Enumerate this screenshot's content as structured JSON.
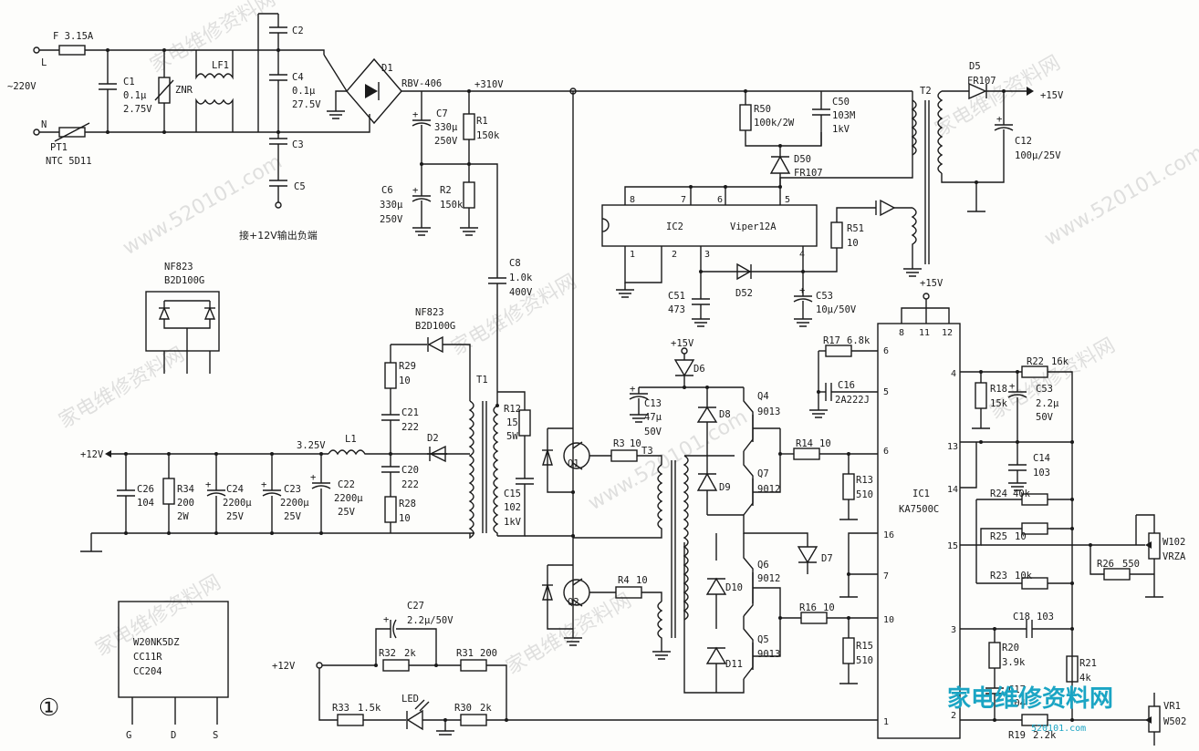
{
  "figure_number": "①",
  "watermark": {
    "text": "家电维修资料网",
    "url": "www.520101.com"
  },
  "logo": {
    "text": "家电维修资料网",
    "url": "520101.com"
  },
  "components": {
    "L": "L",
    "N": "N",
    "AC": "~220V",
    "F": "F 3.15A",
    "C1": "C1",
    "C1_v": "0.1μ",
    "C1_r": "2.75V",
    "ZNR": "ZNR",
    "PT1": "PT1",
    "NTC": "NTC 5D11",
    "LF1": "LF1",
    "C2": "C2",
    "C3": "C3",
    "C4": "C4",
    "C4_v": "0.1μ",
    "C4_r": "27.5V",
    "C5": "C5",
    "note_12v": "接+12V输出负端",
    "D1": "D1",
    "D1_part": "RBV-406",
    "V310": "+310V",
    "C7": "C7",
    "C7_v": "330μ",
    "C7_r": "250V",
    "C6": "C6",
    "C6_v": "330μ",
    "C6_r": "250V",
    "R1": "R1",
    "R1_v": "150k",
    "R2": "R2",
    "R2_v": "150k",
    "C8": "C8",
    "C8_v": "1.0k",
    "C8_r": "400V",
    "R50": "R50",
    "R50_v": "100k/2W",
    "C50": "C50",
    "C50_v": "103M",
    "C50_r": "1kV",
    "D50": "D50",
    "D50_part": "FR107",
    "IC2": "IC2",
    "IC2_part": "Viper12A",
    "p8": "8",
    "p7": "7",
    "p6": "6",
    "p5": "5",
    "p1": "1",
    "p2": "2",
    "p3": "3",
    "p4": "4",
    "R51": "R51",
    "R51_v": "10",
    "C51": "C51",
    "C51_v": "473",
    "D52": "D52",
    "C53a": "C53",
    "C53a_v": "10μ/50V",
    "T2": "T2",
    "D5": "D5",
    "D5_part": "FR107",
    "V15a": "+15V",
    "C12": "C12",
    "C12_v": "100μ/25V",
    "V15b": "+15V",
    "NF823_a": "NF823",
    "B2D_a": "B2D100G",
    "NF823_b": "NF823",
    "B2D_b": "B2D100G",
    "R29": "R29",
    "R29_v": "10",
    "C21": "C21",
    "C21_v": "222",
    "C20": "C20",
    "C20_v": "222",
    "R28": "R28",
    "R28_v": "10",
    "D2": "D2",
    "T1": "T1",
    "R12": "R12",
    "R12_v": "15",
    "R12_r": "5W",
    "C15": "C15",
    "C15_v": "102",
    "C15_r": "1kV",
    "V12": "+12V",
    "V325": "3.25V",
    "L1": "L1",
    "C26": "C26",
    "C26_v": "104",
    "R34": "R34",
    "R34_v": "200",
    "R34_r": "2W",
    "C24": "C24",
    "C24_v": "2200μ",
    "C24_r": "25V",
    "C23": "C23",
    "C23_v": "2200μ",
    "C23_r": "25V",
    "C22": "C22",
    "C22_v": "2200μ",
    "C22_r": "25V",
    "Q1": "Q1",
    "Q2": "Q2",
    "R3": "R3",
    "R3_v": "10",
    "R4": "R4",
    "R4_v": "10",
    "T3": "T3",
    "V15c": "+15V",
    "D6": "D6",
    "C13": "C13",
    "C13_v": "47μ",
    "C13_r": "50V",
    "D8": "D8",
    "D9": "D9",
    "D10": "D10",
    "D11": "D11",
    "D7": "D7",
    "Q4": "Q4",
    "Q4_p": "9013",
    "Q7": "Q7",
    "Q7_p": "9012",
    "Q6": "Q6",
    "Q6_p": "9012",
    "Q5": "Q5",
    "Q5_p": "9013",
    "R17": "R17",
    "R17_v": "6.8k",
    "C16": "C16",
    "C16_v": "2A222J",
    "R14": "R14",
    "R14_v": "10",
    "R13": "R13",
    "R13_v": "510",
    "R16": "R16",
    "R16_v": "10",
    "R15": "R15",
    "R15_v": "510",
    "IC1": "IC1",
    "IC1_part": "KA7500C",
    "ip8": "8",
    "ip11": "11",
    "ip12": "12",
    "ip6a": "6",
    "ip5": "5",
    "ip6b": "6",
    "ip16": "16",
    "ip7": "7",
    "ip10": "10",
    "ip1": "1",
    "ip4": "4",
    "ip13": "13",
    "ip14": "14",
    "ip15": "15",
    "ip3": "3",
    "ip2": "2",
    "R22": "R22",
    "R22_v": "16k",
    "R18": "R18",
    "R18_v": "15k",
    "C53b": "C53",
    "C53b_v": "2.2μ",
    "C53b_r": "50V",
    "C14": "C14",
    "C14_v": "103",
    "R24": "R24",
    "R24_v": "40k",
    "R25": "R25",
    "R25_v": "10",
    "W102": "W102",
    "VRZA": "VRZA",
    "R26": "R26",
    "R26_v": "550",
    "R23": "R23",
    "R23_v": "10k",
    "C18": "C18",
    "C18_v": "103",
    "R20": "R20",
    "R20_v": "3.9k",
    "R21": "R21",
    "R21_v": "4k",
    "C17": "C17",
    "C17_v": "104",
    "R19": "R19",
    "R19_v": "2.2k",
    "VR1": "VR1",
    "VR1_v": "W502",
    "C27": "C27",
    "C27_v": "2.2μ/50V",
    "V12b": "+12V",
    "R32": "R32",
    "R32_v": "2k",
    "R31": "R31",
    "R31_v": "200",
    "R33": "R33",
    "R33_v": "1.5k",
    "LED": "LED",
    "R30": "R30",
    "R30_v": "2k",
    "W20": "W20NK5DZ",
    "CC11R": "CC11R",
    "CC204": "CC204",
    "G": "G",
    "D": "D",
    "S": "S"
  }
}
